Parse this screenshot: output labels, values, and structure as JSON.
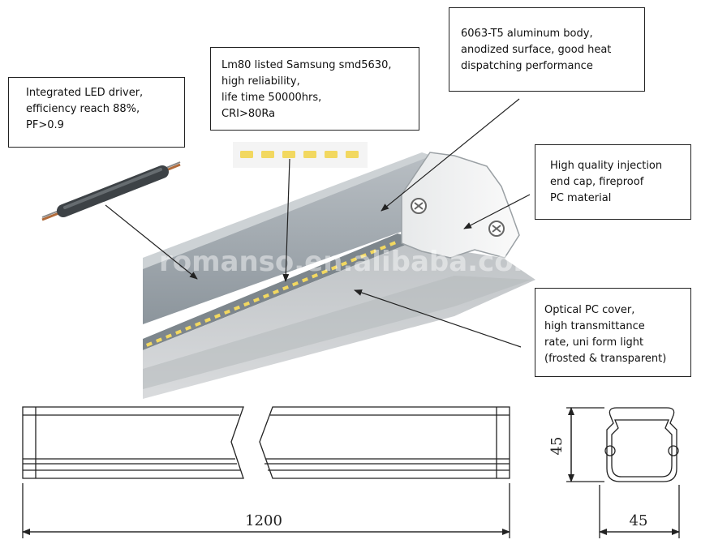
{
  "callouts": {
    "driver": [
      "Integrated LED driver,",
      "efficiency reach 88%,",
      "PF>0.9"
    ],
    "led": [
      "Lm80 listed Samsung smd5630,",
      "high reliability,",
      "life time 50000hrs,",
      "CRI>80Ra"
    ],
    "body": [
      "6063-T5 aluminum body,",
      "anodized surface, good heat",
      "dispatching performance"
    ],
    "endcap": [
      "High quality injection",
      "end cap, fireproof",
      "PC material"
    ],
    "cover": [
      "Optical PC cover,",
      "high transmittance",
      "rate, uni form light",
      "(frosted & transparent)"
    ]
  },
  "watermark": "romanso.en.alibaba.com",
  "dimensions": {
    "length": "1200",
    "height": "45",
    "width": "45"
  },
  "colors": {
    "housing": "#8f989f",
    "cover": "#c9cccf",
    "led": "#f2d860",
    "line": "#222222"
  }
}
